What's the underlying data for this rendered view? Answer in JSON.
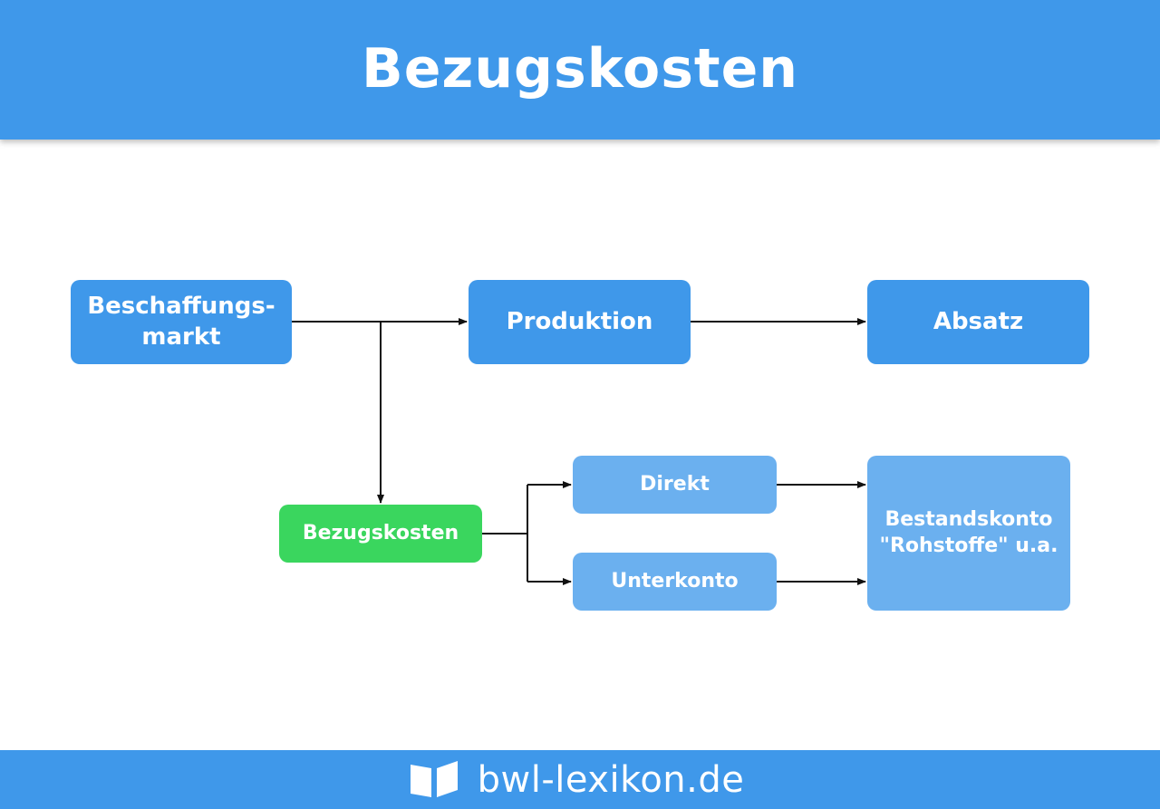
{
  "header": {
    "title": "Bezugskosten"
  },
  "diagram": {
    "nodes": {
      "beschaffungsmarkt": "Beschaffungs-\nmarkt",
      "produktion": "Produktion",
      "absatz": "Absatz",
      "bezugskosten": "Bezugskosten",
      "direkt": "Direkt",
      "unterkonto": "Unterkonto",
      "bestandskonto": "Bestandskonto\n\"Rohstoffe\" u.a."
    },
    "colors": {
      "primary": "#3f98ea",
      "secondary": "#6bb0ef",
      "highlight": "#3ad65e",
      "connector": "#111111"
    }
  },
  "footer": {
    "brand": "bwl-lexikon.de",
    "icon": "open-book-icon"
  }
}
